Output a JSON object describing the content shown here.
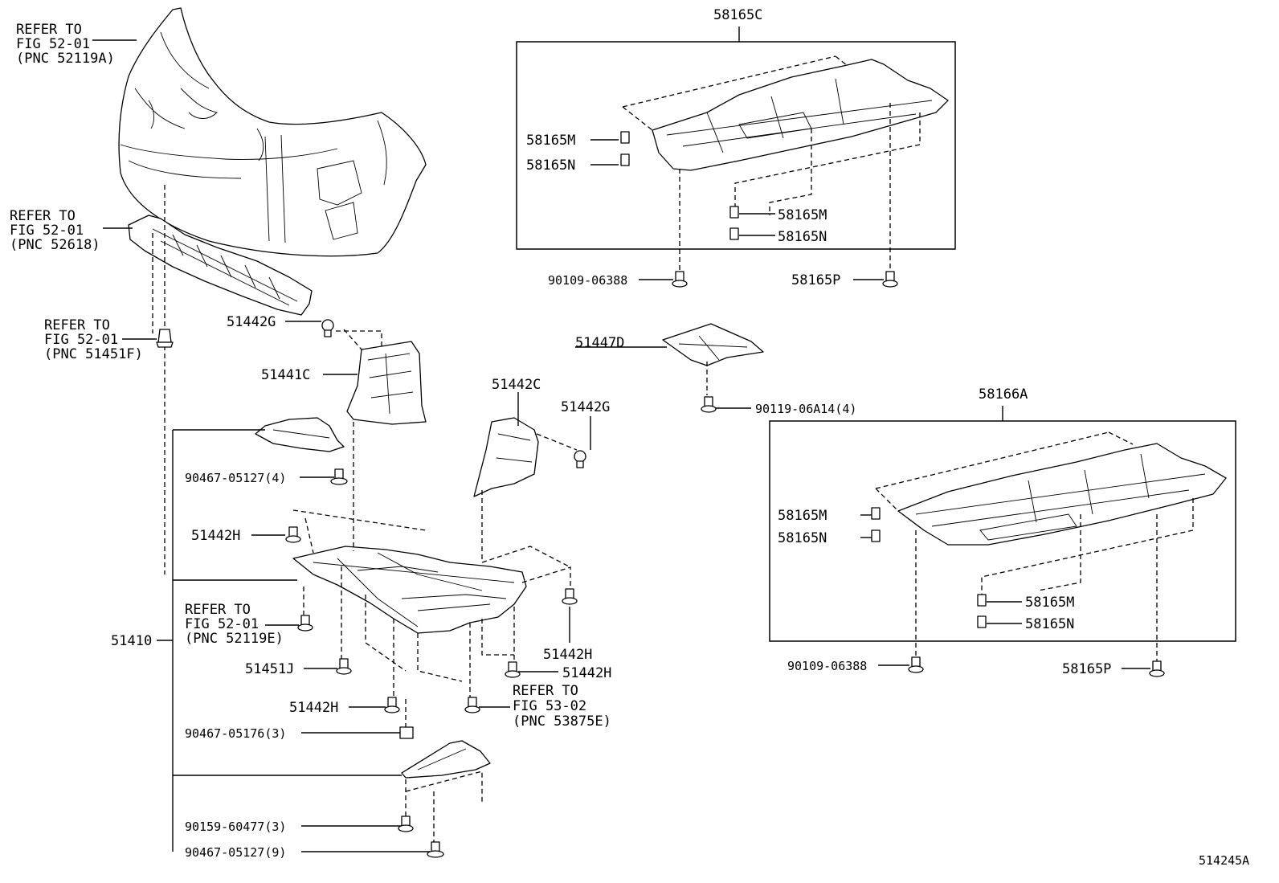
{
  "labels": {
    "ref_bumper": [
      "REFER TO",
      "FIG 52-01",
      "(PNC 52119A)"
    ],
    "ref_grille": [
      "REFER TO",
      "FIG 52-01",
      "(PNC 52618)"
    ],
    "ref_clip": [
      "REFER TO",
      "FIG 52-01",
      "(PNC 51451F)"
    ],
    "p51442G_a": "51442G",
    "p51441C": "51441C",
    "p51442C": "51442C",
    "p51442G_b": "51442G",
    "p90467_05127_4": "90467-05127(4)",
    "p51442H_a": "51442H",
    "ref_52119E": [
      "REFER TO",
      "FIG 52-01",
      "(PNC 52119E)"
    ],
    "p51410": "51410",
    "p51451J": "51451J",
    "p51442H_b": "51442H",
    "p51442H_c": "51442H",
    "p51442H_d": "51442H",
    "ref_53875E": [
      "REFER TO",
      "FIG 53-02",
      "(PNC 53875E)"
    ],
    "p90467_05176_3": "90467-05176(3)",
    "p90159_60477_3": "90159-60477(3)",
    "p90467_05127_9": "90467-05127(9)",
    "p58165C": "58165C",
    "p58165M_a": "58165M",
    "p58165N_a": "58165N",
    "p58165M_b": "58165M",
    "p58165N_b": "58165N",
    "p90109_06388_a": "90109-06388",
    "p58165P_a": "58165P",
    "p51447D": "51447D",
    "p90119_06A14_4": "90119-06A14(4)",
    "p58166A": "58166A",
    "p58165M_c": "58165M",
    "p58165N_c": "58165N",
    "p58165M_d": "58165M",
    "p58165N_d": "58165N",
    "p90109_06388_b": "90109-06388",
    "p58165P_b": "58165P",
    "figure_id": "514245A"
  }
}
